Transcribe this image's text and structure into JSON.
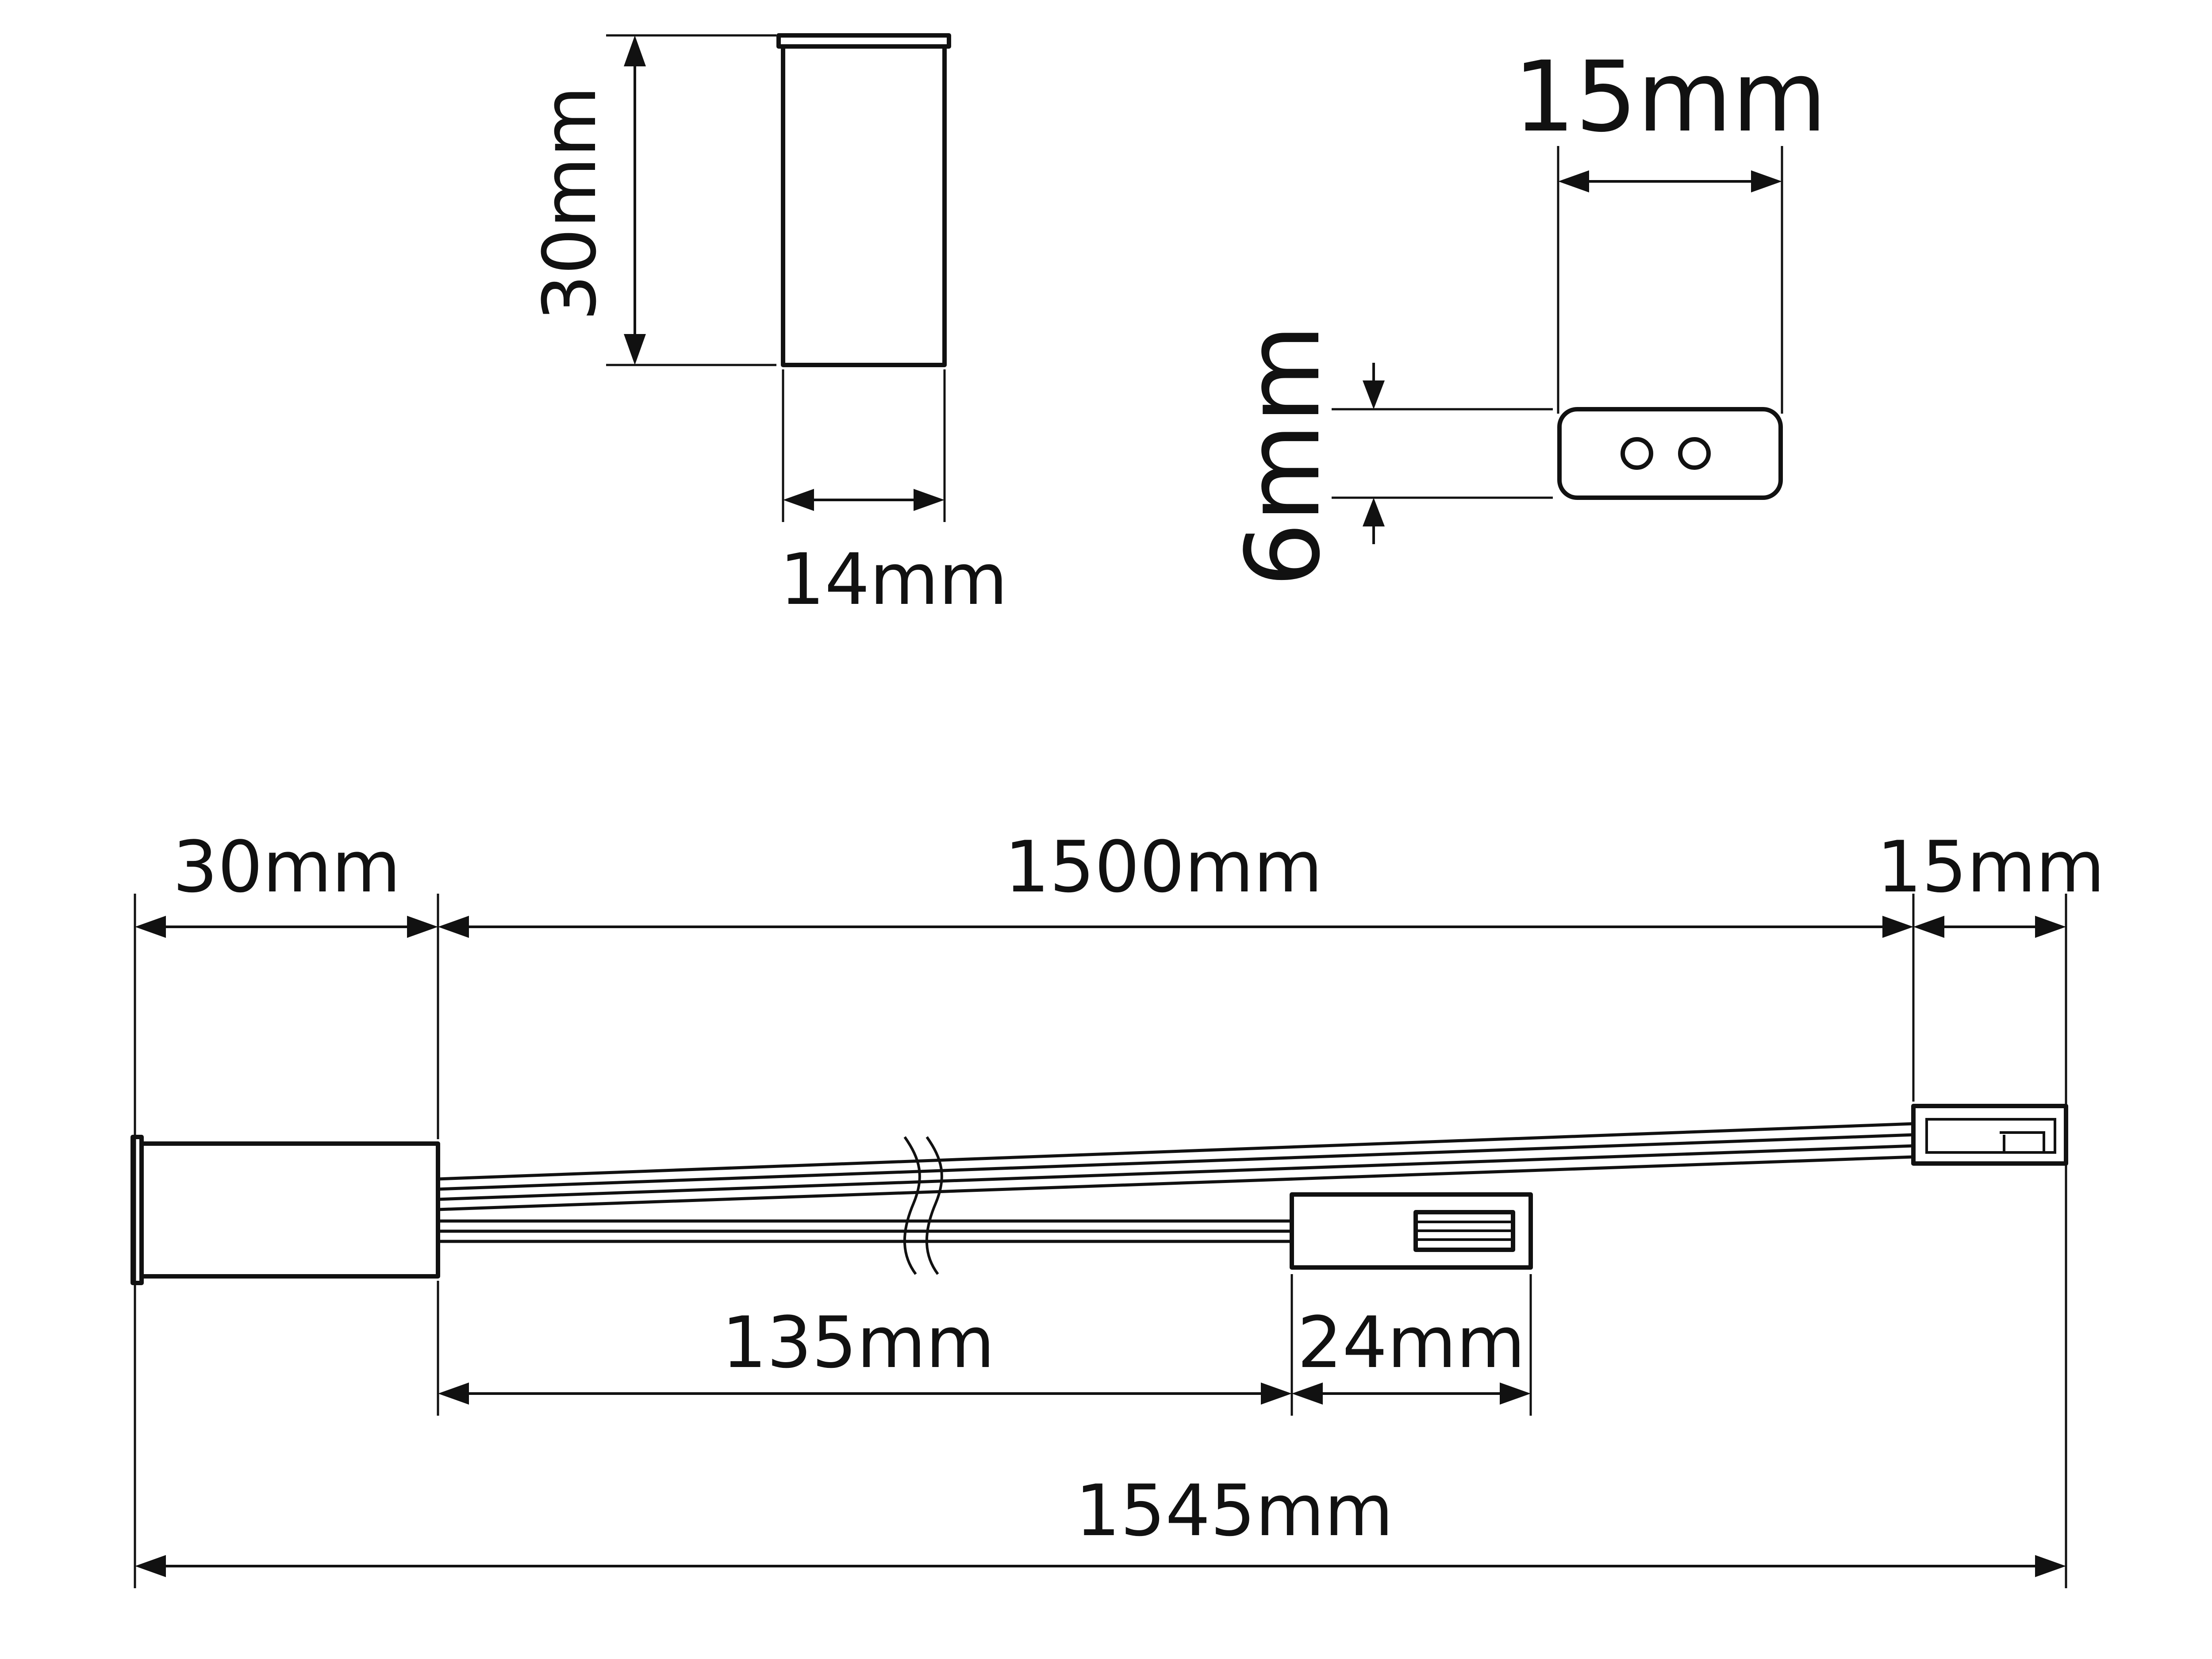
{
  "labels": {
    "top_height": "30mm",
    "top_width": "14mm",
    "end_width": "15mm",
    "end_height": "6mm",
    "sensor_length": "30mm",
    "cable_length": "1500mm",
    "connector_length": "15mm",
    "branch_length": "135mm",
    "branch_connector_length": "24mm",
    "total_length": "1545mm"
  },
  "colors": {
    "line": "#111111",
    "background": "#ffffff"
  }
}
